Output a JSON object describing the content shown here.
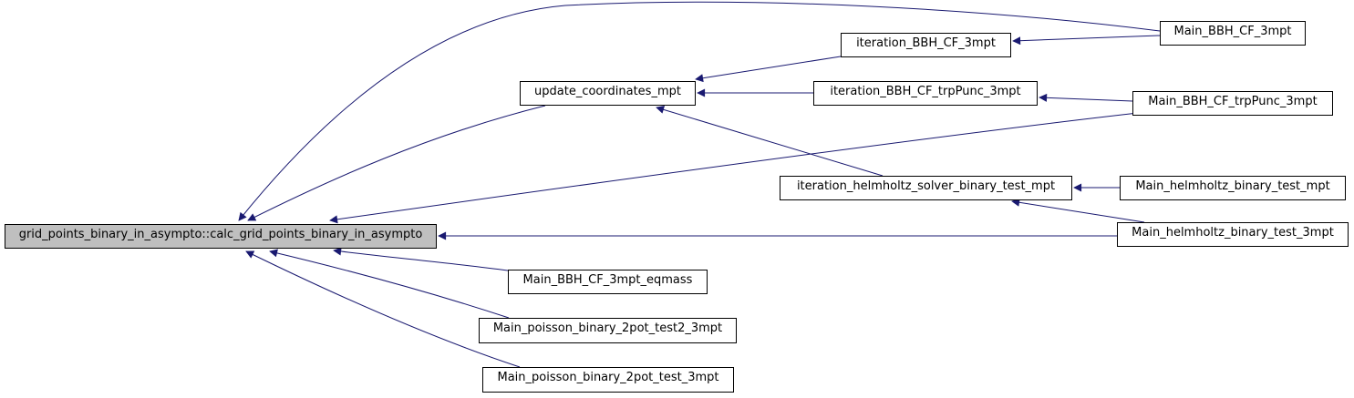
{
  "graph": {
    "root": "grid_points_binary_in_asympto::calc_grid_points_binary_in_asympto",
    "nodes": {
      "root": "grid_points_binary_in_asympto::calc_grid_points_binary_in_asympto",
      "update_coordinates_mpt": "update_coordinates_mpt",
      "iteration_BBH_CF_3mpt": "iteration_BBH_CF_3mpt",
      "iteration_BBH_CF_trpPunc_3mpt": "iteration_BBH_CF_trpPunc_3mpt",
      "iteration_helmholtz_solver_binary_test_mpt": "iteration_helmholtz_solver_binary_test_mpt",
      "Main_BBH_CF_3mpt": "Main_BBH_CF_3mpt",
      "Main_BBH_CF_trpPunc_3mpt": "Main_BBH_CF_trpPunc_3mpt",
      "Main_helmholtz_binary_test_mpt": "Main_helmholtz_binary_test_mpt",
      "Main_helmholtz_binary_test_3mpt": "Main_helmholtz_binary_test_3mpt",
      "Main_BBH_CF_3mpt_eqmass": "Main_BBH_CF_3mpt_eqmass",
      "Main_poisson_binary_2pot_test2_3mpt": "Main_poisson_binary_2pot_test2_3mpt",
      "Main_poisson_binary_2pot_test_3mpt": "Main_poisson_binary_2pot_test_3mpt"
    },
    "edges": [
      {
        "from": "Main_BBH_CF_3mpt",
        "to": "root"
      },
      {
        "from": "update_coordinates_mpt",
        "to": "root"
      },
      {
        "from": "Main_BBH_CF_trpPunc_3mpt",
        "to": "root"
      },
      {
        "from": "Main_helmholtz_binary_test_3mpt",
        "to": "root"
      },
      {
        "from": "Main_BBH_CF_3mpt_eqmass",
        "to": "root"
      },
      {
        "from": "Main_poisson_binary_2pot_test2_3mpt",
        "to": "root"
      },
      {
        "from": "Main_poisson_binary_2pot_test_3mpt",
        "to": "root"
      },
      {
        "from": "iteration_BBH_CF_3mpt",
        "to": "update_coordinates_mpt"
      },
      {
        "from": "iteration_BBH_CF_trpPunc_3mpt",
        "to": "update_coordinates_mpt"
      },
      {
        "from": "iteration_helmholtz_solver_binary_test_mpt",
        "to": "update_coordinates_mpt"
      },
      {
        "from": "Main_BBH_CF_3mpt",
        "to": "iteration_BBH_CF_3mpt"
      },
      {
        "from": "Main_BBH_CF_trpPunc_3mpt",
        "to": "iteration_BBH_CF_trpPunc_3mpt"
      },
      {
        "from": "Main_helmholtz_binary_test_mpt",
        "to": "iteration_helmholtz_solver_binary_test_mpt"
      },
      {
        "from": "Main_helmholtz_binary_test_3mpt",
        "to": "iteration_helmholtz_solver_binary_test_mpt"
      }
    ],
    "colors": {
      "edge": "#191970",
      "root_fill": "#bfbfbf",
      "node_fill": "#ffffff",
      "node_border": "#000000"
    }
  }
}
